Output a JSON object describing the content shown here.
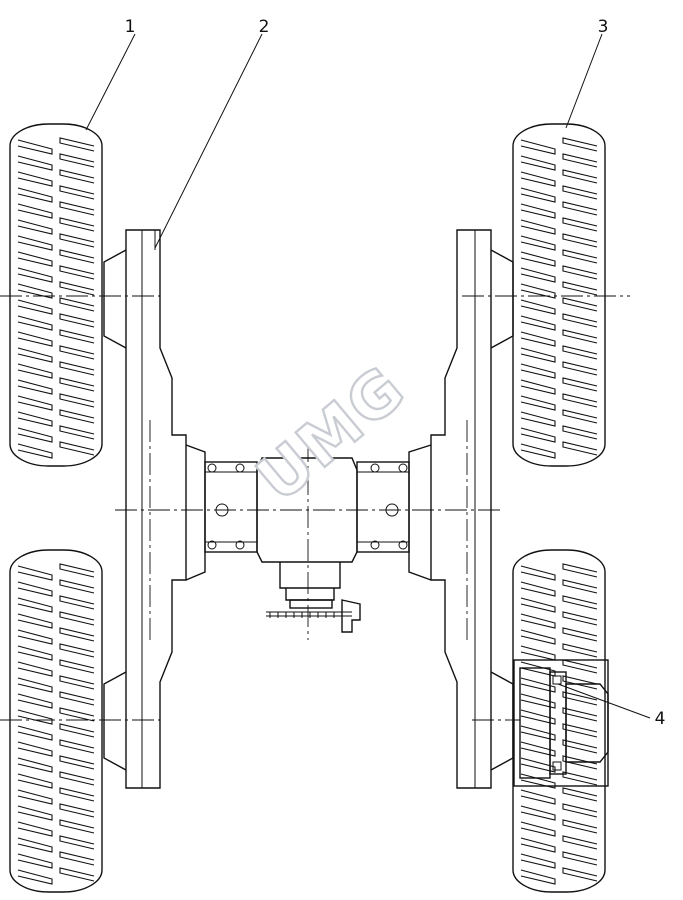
{
  "callouts": [
    {
      "id": "1",
      "label": "1"
    },
    {
      "id": "2",
      "label": "2"
    },
    {
      "id": "3",
      "label": "3"
    },
    {
      "id": "4",
      "label": "4"
    }
  ],
  "watermark": "UMG",
  "colors": {
    "line": "#111111",
    "watermark": "#c9ccd2",
    "background": "#ffffff"
  }
}
